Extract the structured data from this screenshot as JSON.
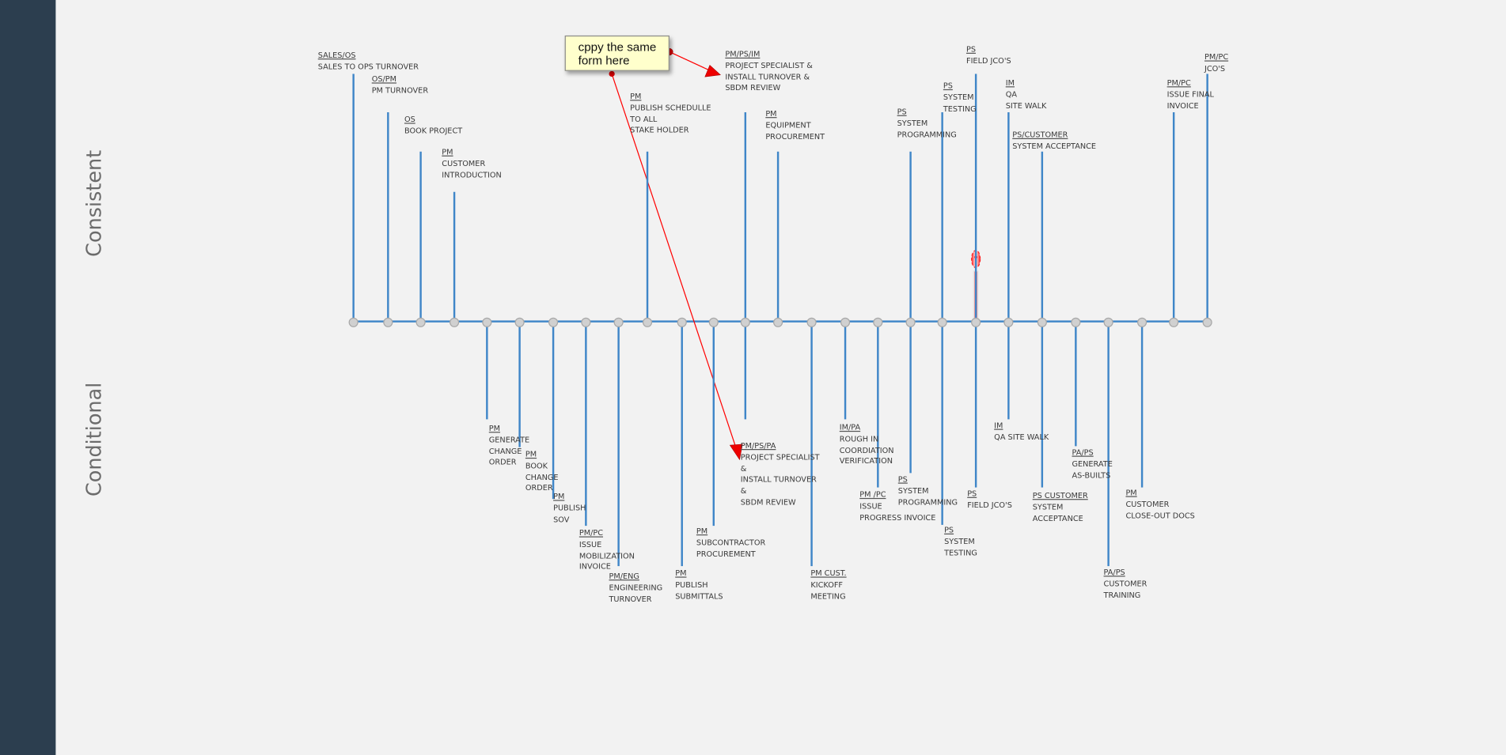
{
  "rows": {
    "top": "Consistent",
    "bottom": "Conditional"
  },
  "callout": {
    "text": "cppy the same form here"
  },
  "colors": {
    "sidebar": "#2c3e4f",
    "axis": "#3f86c8",
    "annotation": "#ff0000",
    "callout_bg": "#ffffcc"
  },
  "consistent": [
    {
      "role": "SALES/OS",
      "lines": [
        "SALES TO OPS TURNOVER"
      ]
    },
    {
      "role": "OS/PM",
      "lines": [
        "PM TURNOVER"
      ]
    },
    {
      "role": "OS",
      "lines": [
        "BOOK PROJECT"
      ]
    },
    {
      "role": "PM",
      "lines": [
        "CUSTOMER",
        "INTRODUCTION"
      ]
    },
    {
      "role": "PM",
      "lines": [
        "PUBLISH SCHEDULLE",
        "TO ALL",
        "STAKE HOLDER"
      ]
    },
    {
      "role": "PM/PS/IM",
      "lines": [
        "PROJECT SPECIALIST &",
        "INSTALL TURNOVER &",
        "SBDM REVIEW"
      ]
    },
    {
      "role": "PM",
      "lines": [
        "EQUIPMENT",
        "PROCUREMENT"
      ]
    },
    {
      "role": "PS",
      "lines": [
        "SYSTEM",
        "PROGRAMMING"
      ]
    },
    {
      "role": "PS",
      "lines": [
        "SYSTEM",
        "TESTING"
      ]
    },
    {
      "role": "PS",
      "lines": [
        "FIELD JCO'S"
      ]
    },
    {
      "role": "IM",
      "lines": [
        "QA",
        "SITE WALK"
      ]
    },
    {
      "role": "PS/CUSTOMER",
      "lines": [
        "SYSTEM ACCEPTANCE"
      ]
    },
    {
      "role": "PM/PC",
      "lines": [
        "ISSUE FINAL",
        "INVOICE"
      ]
    },
    {
      "role": "PM/PC",
      "lines": [
        "JCO'S"
      ]
    }
  ],
  "conditional": [
    {
      "role": "PM",
      "lines": [
        "GENERATE",
        "CHANGE",
        "ORDER"
      ]
    },
    {
      "role": "PM",
      "lines": [
        "BOOK",
        "CHANGE",
        "ORDER"
      ]
    },
    {
      "role": "PM",
      "lines": [
        "PUBLISH",
        "SOV"
      ]
    },
    {
      "role": "PM/PC",
      "lines": [
        "ISSUE",
        "MOBILIZATION",
        "INVOICE"
      ]
    },
    {
      "role": "PM/ENG",
      "lines": [
        "ENGINEERING",
        "TURNOVER"
      ]
    },
    {
      "role": "PM",
      "lines": [
        "PUBLISH",
        "SUBMITTALS"
      ]
    },
    {
      "role": "PM",
      "lines": [
        "SUBCONTRACTOR",
        "PROCUREMENT"
      ]
    },
    {
      "role": "PM/PS/PA",
      "lines": [
        "PROJECT SPECIALIST",
        "&",
        "INSTALL TURNOVER",
        "&",
        "SBDM REVIEW"
      ]
    },
    {
      "role": "PM CUST.",
      "lines": [
        "KICKOFF",
        "MEETING"
      ]
    },
    {
      "role": "IM/PA",
      "lines": [
        "ROUGH IN",
        "COORDIATION",
        "VERIFICATION"
      ]
    },
    {
      "role": "PM /PC",
      "lines": [
        "ISSUE",
        "PROGRESS INVOICE"
      ]
    },
    {
      "role": "PS",
      "lines": [
        "SYSTEM",
        "PROGRAMMING"
      ]
    },
    {
      "role": "PS",
      "lines": [
        "SYSTEM",
        "TESTING"
      ]
    },
    {
      "role": "PS",
      "lines": [
        "FIELD JCO'S"
      ]
    },
    {
      "role": "IM",
      "lines": [
        "QA SITE WALK"
      ]
    },
    {
      "role": "PS CUSTOMER",
      "lines": [
        "SYSTEM",
        "ACCEPTANCE"
      ]
    },
    {
      "role": "PA/PS",
      "lines": [
        "GENERATE",
        "AS-BUILTS"
      ]
    },
    {
      "role": "PA/PS",
      "lines": [
        "CUSTOMER",
        "TRAINING"
      ]
    },
    {
      "role": "PM",
      "lines": [
        "CUSTOMER",
        "CLOSE-OUT DOCS"
      ]
    }
  ]
}
